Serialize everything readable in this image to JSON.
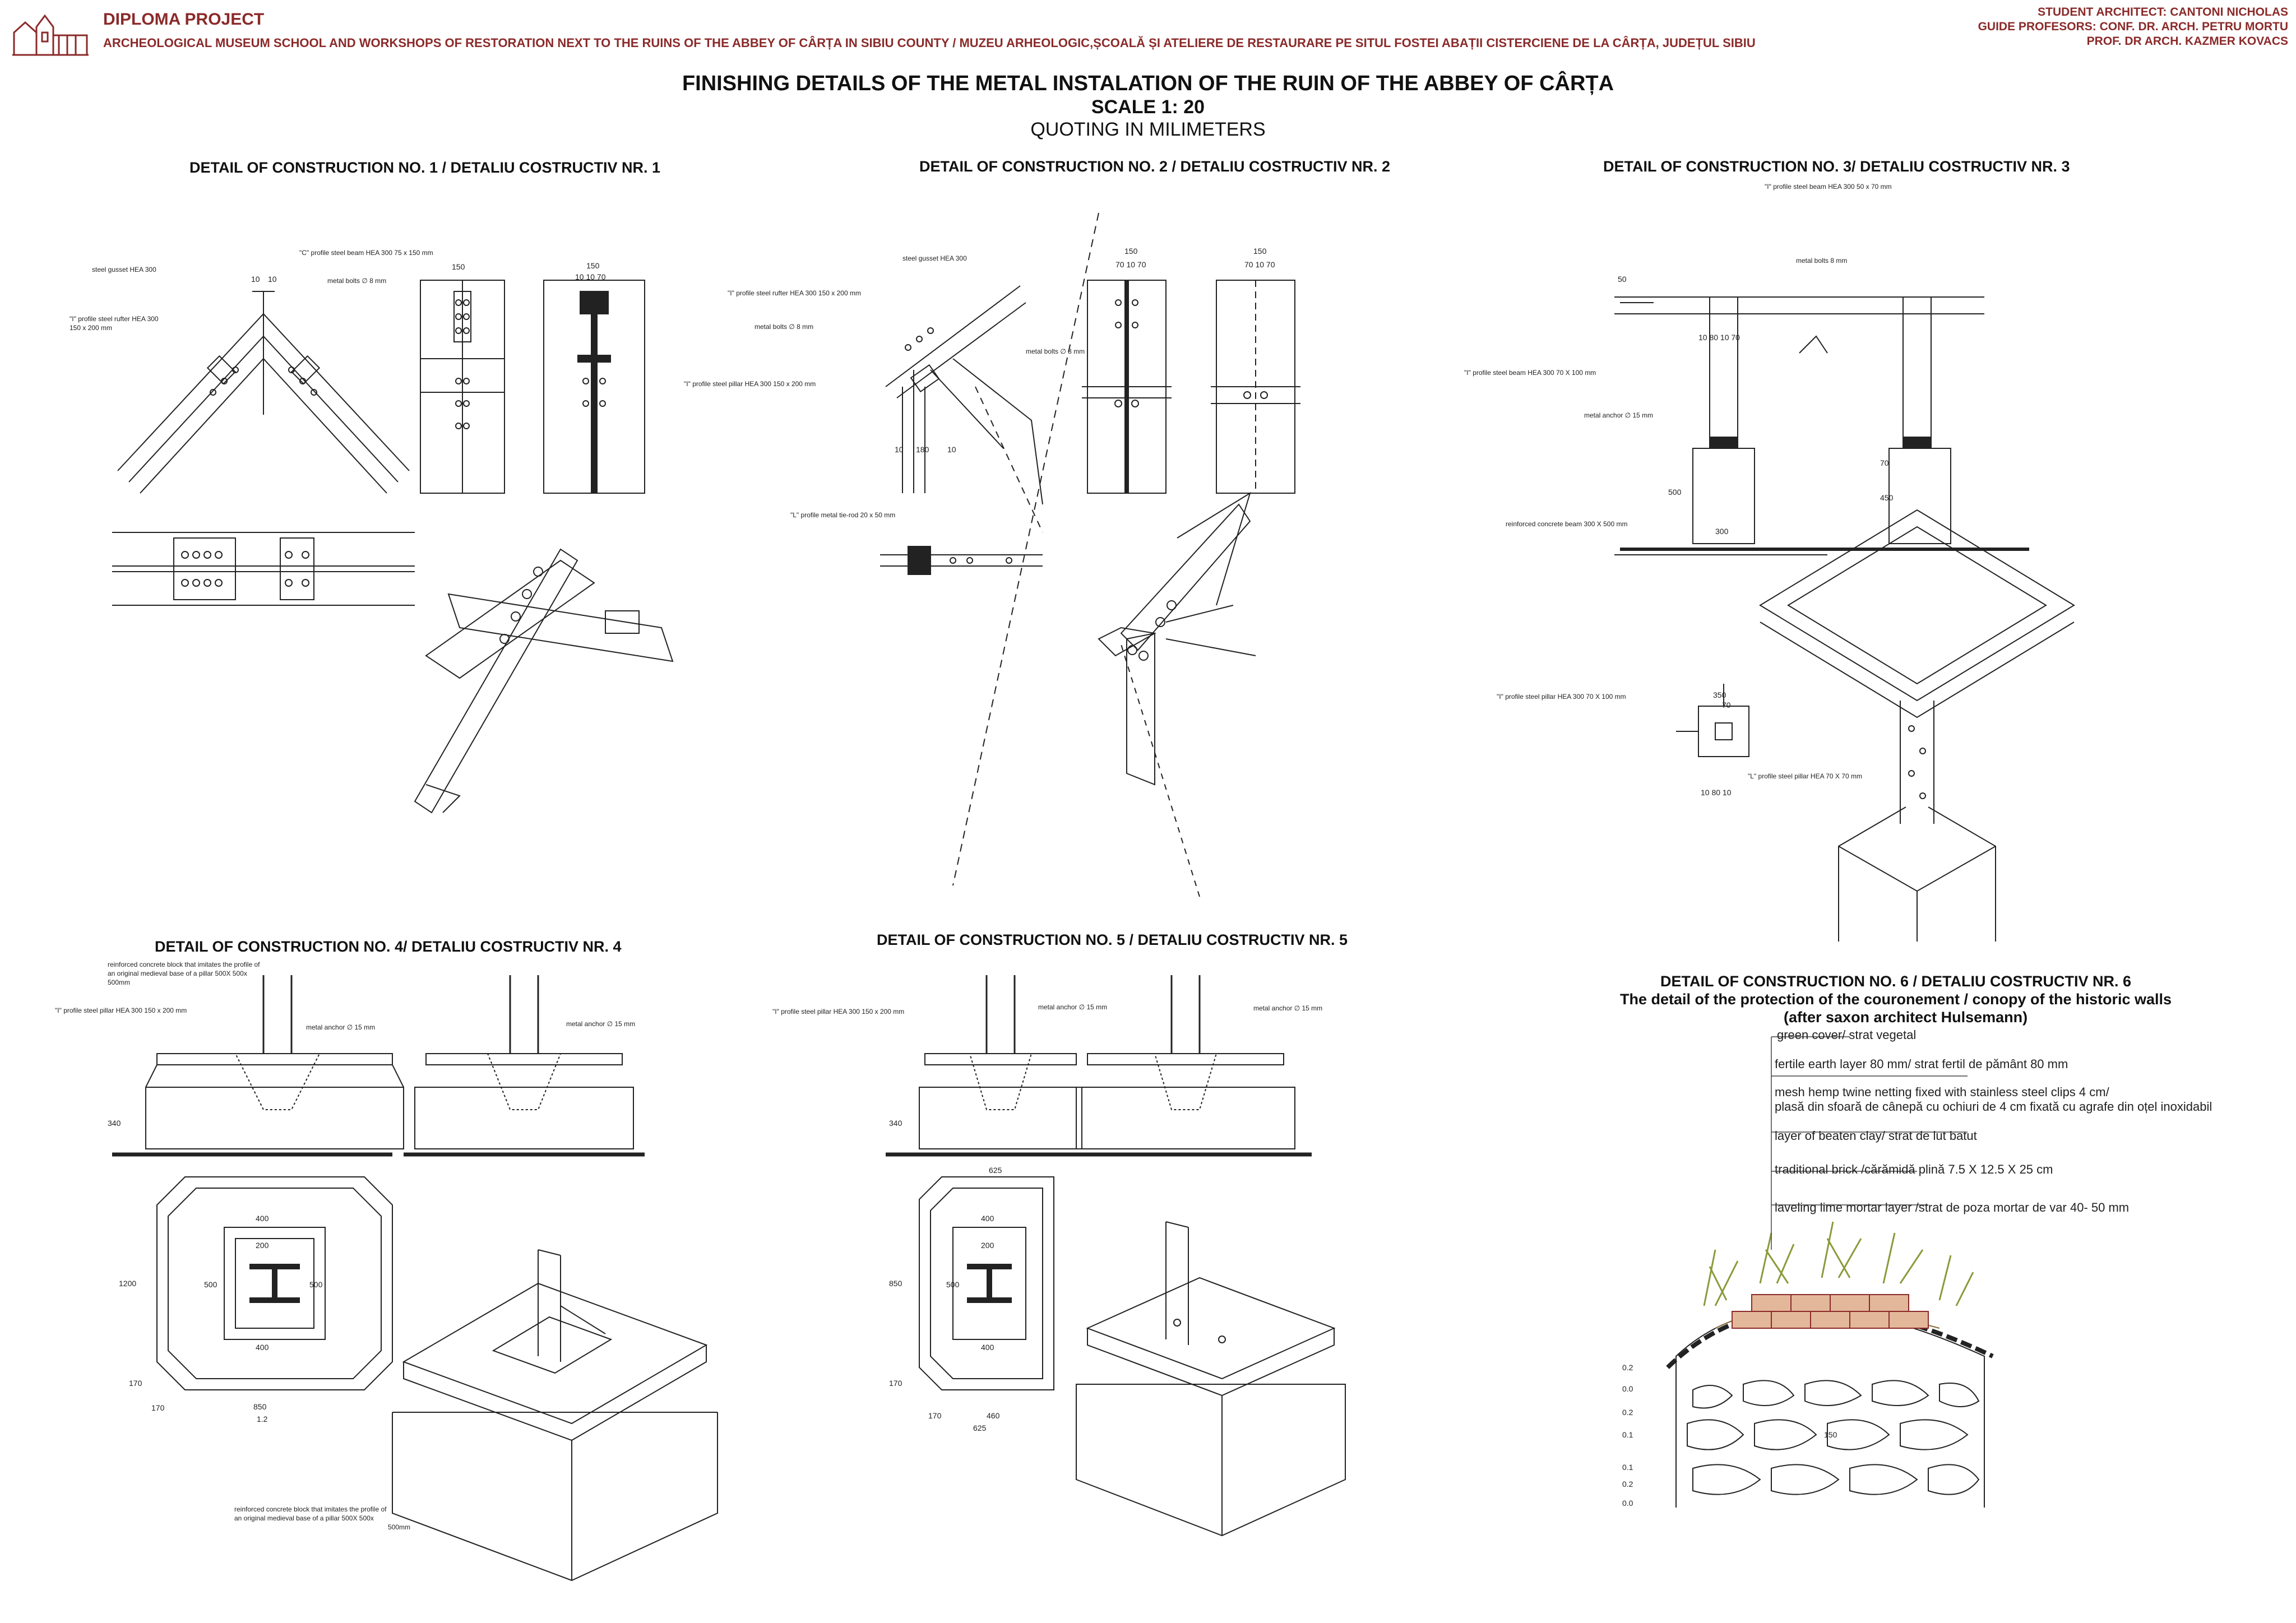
{
  "header": {
    "project": "DIPLOMA PROJECT",
    "subtitle": "ARCHEOLOGICAL MUSEUM  SCHOOL  AND WORKSHOPS OF RESTORATION NEXT TO THE RUINS OF THE ABBEY OF CÂRȚA  IN SIBIU COUNTY / MUZEU ARHEOLOGIC,ȘCOALĂ ȘI ATELIERE DE RESTAURARE PE SITUL FOSTEI ABAȚII CISTERCIENE DE LA CÂRȚA, JUDEȚUL SIBIU",
    "student": "STUDENT ARCHITECT: CANTONI NICHOLAS",
    "guide": "GUIDE PROFESORS: CONF. DR. ARCH. PETRU MORTU",
    "guide2": "PROF. DR ARCH. KAZMER KOVACS",
    "accent_color": "#8b2a2a"
  },
  "title": {
    "line1": "FINISHING DETAILS OF THE METAL INSTALATION OF THE RUIN OF THE ABBEY OF CÂRȚA",
    "line2": "SCALE 1: 20",
    "line3": "QUOTING IN MILIMETERS"
  },
  "details": {
    "d1": {
      "title": "DETAIL OF CONSTRUCTION NO. 1 / DETALIU COSTRUCTIV NR. 1",
      "notes": [
        "steel gusset  HEA 300",
        "\"C\" profile steel beam  HEA 300  75 x 150 mm",
        "metal bolts ∅ 8 mm",
        "\"I\" profile steel rufter  HEA 300",
        "150 x 200 mm"
      ],
      "dims": [
        "10",
        "10",
        "150",
        "10 10 70",
        "150"
      ]
    },
    "d2": {
      "title": "DETAIL OF CONSTRUCTION NO. 2 / DETALIU COSTRUCTIV NR. 2",
      "notes": [
        "steel gusset  HEA 300",
        "\"I\" profile steel rufter  HEA 300  150 x 200 mm",
        "metal bolts ∅ 8 mm",
        "\"I\" profile steel pillar HEA 300  150 x 200 mm",
        "metal bolts ∅ 8 mm",
        "\"L\" profile metal tie-rod 20 x 50 mm"
      ],
      "dims": [
        "150",
        "70 10 70",
        "150",
        "70 10 70",
        "10",
        "180",
        "10"
      ]
    },
    "d3": {
      "title": "DETAIL OF CONSTRUCTION NO. 3/ DETALIU COSTRUCTIV NR. 3",
      "notes": [
        "\"I\" profile steel beam  HEA 300  50 x 70 mm",
        "metal bolts     8 mm",
        "\"I\" profile steel beam  HEA 300  70 X 100 mm",
        "metal anchor ∅  15 mm",
        "reinforced concrete beam  300 X 500 mm",
        "\"I\" profile steel pillar HEA 300  70 X 100 mm",
        "\"L\" profile steel pillar HEA  70 X 70 mm"
      ],
      "dims": [
        "50",
        "10 80 10 70",
        "500",
        "300",
        "450",
        "70",
        "350",
        "70",
        "10  80  10"
      ]
    },
    "d4": {
      "title": "DETAIL OF CONSTRUCTION NO. 4/ DETALIU COSTRUCTIV NR. 4",
      "notes": [
        "reinforced concrete block that imitates the profile of",
        "an original medieval base of a pillar 500X 500x",
        "500mm",
        "\"I\" profile steel pillar HEA 300  150 x 200 mm",
        "metal anchor ∅  15 mm",
        "metal anchor ∅  15 mm",
        "reinforced concrete block that imitates the profile of",
        "an original medieval base of a pillar 500X 500x",
        "500mm"
      ],
      "dims": [
        "400",
        "200",
        "500",
        "500",
        "400",
        "1200",
        "850",
        "170",
        "1.2",
        "340",
        "170"
      ]
    },
    "d5": {
      "title": "DETAIL OF CONSTRUCTION NO. 5 / DETALIU COSTRUCTIV NR. 5",
      "notes": [
        "\"I\" profile steel pillar HEA 300  150 x 200 mm",
        "metal anchor ∅  15 mm",
        "metal anchor ∅  15 mm"
      ],
      "dims": [
        "625",
        "400",
        "200",
        "500",
        "400",
        "850",
        "170",
        "460",
        "625",
        "340",
        "170"
      ]
    },
    "d6": {
      "title": "DETAIL OF CONSTRUCTION NO. 6 / DETALIU COSTRUCTIV NR. 6",
      "subtitle1": "The detail of the protection of the  couronement / conopy of the historic walls",
      "subtitle2": "(after saxon architect Hulsemann)",
      "layers": [
        "green cover/ strat vegetal",
        "fertile earth layer 80 mm/ strat fertil de pământ 80 mm",
        " mesh hemp twine netting fixed with stainless steel clips 4 cm/",
        "plasă din sfoară de cânepă cu ochiuri de 4 cm fixată cu agrafe din oțel inoxidabil",
        "layer of beaten clay/ strat de lut batut",
        "traditional brick /cărămidă plină 7.5 X 12.5 X 25 cm",
        "laveling lime mortar layer /strat de poza mortar de var 40- 50 mm"
      ],
      "dims": [
        "0.2",
        "0.0",
        "0.2",
        "0.1",
        "0.1",
        "0.2",
        "0.0",
        "150"
      ]
    }
  }
}
